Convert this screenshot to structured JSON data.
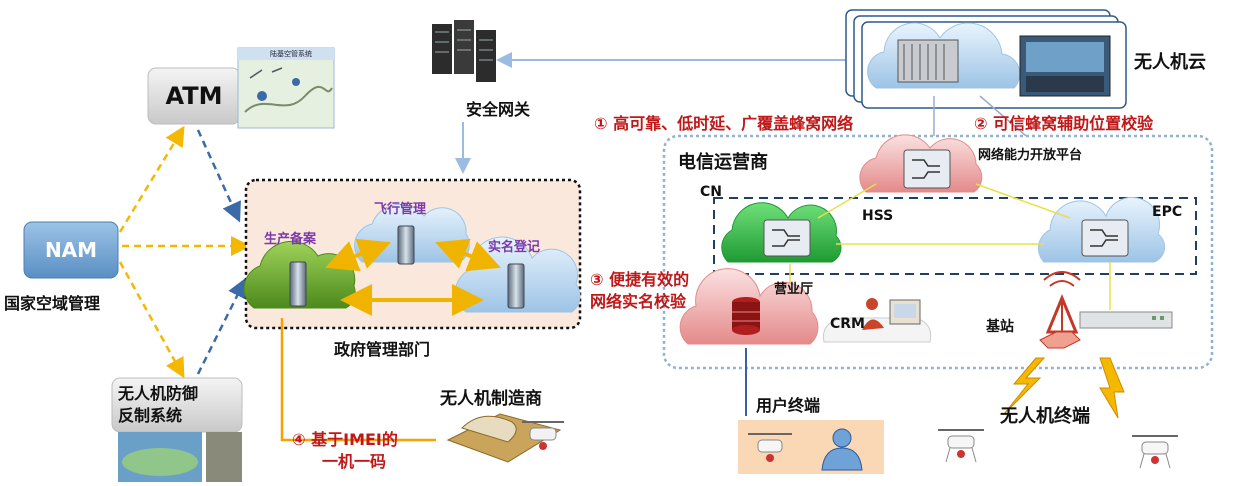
{
  "nodes": {
    "atm": "ATM",
    "atm_screen_title": "陆基空管系统",
    "nam": "NAM",
    "nam_caption": "国家空域管理",
    "defense": [
      "无人机防御",
      "反制系统"
    ],
    "security_gateway": "安全网关",
    "drone_cloud": "无人机云",
    "gov_dept": "政府管理部门",
    "flight_mgmt": "飞行管理",
    "production_filing": "生产备案",
    "realname_registration": "实名登记",
    "manufacturer": "无人机制造商",
    "operator": "电信运营商",
    "network_platform": "网络能力开放平台",
    "cn": "CN",
    "hss": "HSS",
    "epc": "EPC",
    "business_hall": "营业厅",
    "crm": "CRM",
    "base_station": "基站",
    "user_terminal": "用户终端",
    "drone_terminal": "无人机终端"
  },
  "annotations": {
    "a1": "① 高可靠、低时延、广覆盖蜂窝网络",
    "a2": "② 可信蜂窝辅助位置校验",
    "a3": [
      "③ 便捷有效的",
      "网络实名校验"
    ],
    "a4": [
      "④ 基于IMEI的",
      "一机一码"
    ]
  },
  "colors": {
    "accent_red": "#c01818",
    "arrow_yellow": "#f5b800",
    "arrow_blue": "#3a6aa8",
    "dashed_frame": "#1f3f66",
    "operator_frame": "#8fb3d1",
    "gov_bg": "#fbe8dc",
    "terminal_bg": "#fad7b5"
  }
}
